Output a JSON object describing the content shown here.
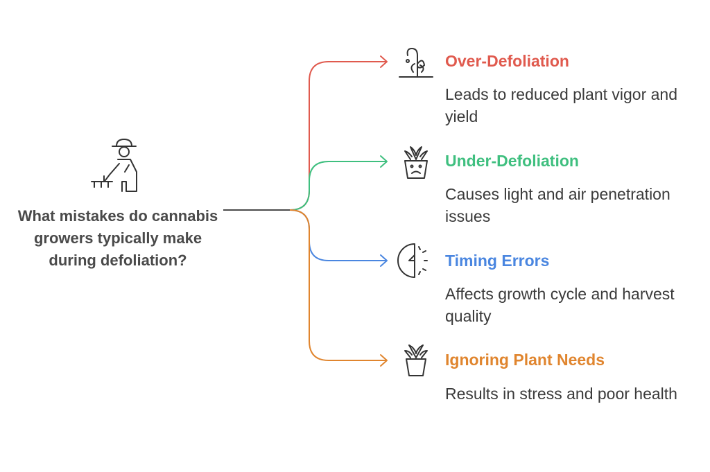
{
  "question": "What mistakes do cannabis growers typically make during defoliation?",
  "items": [
    {
      "title": "Over-Defoliation",
      "description": "Leads to reduced plant vigor and yield",
      "color": "#e05a4e",
      "icon": "wilted-plant-icon"
    },
    {
      "title": "Under-Defoliation",
      "description": "Causes light and air penetration issues",
      "color": "#3fbf7f",
      "icon": "sad-potted-plant-icon"
    },
    {
      "title": "Timing Errors",
      "description": "Affects growth cycle and harvest quality",
      "color": "#4a86e0",
      "icon": "half-clock-icon"
    },
    {
      "title": "Ignoring Plant Needs",
      "description": "Results in stress and poor health",
      "color": "#e0852e",
      "icon": "potted-plant-icon"
    }
  ],
  "colors": {
    "trunk": "#4a4a4a",
    "text": "#3a3a3a",
    "icon": "#333333"
  },
  "central_icon": "gardener-icon"
}
